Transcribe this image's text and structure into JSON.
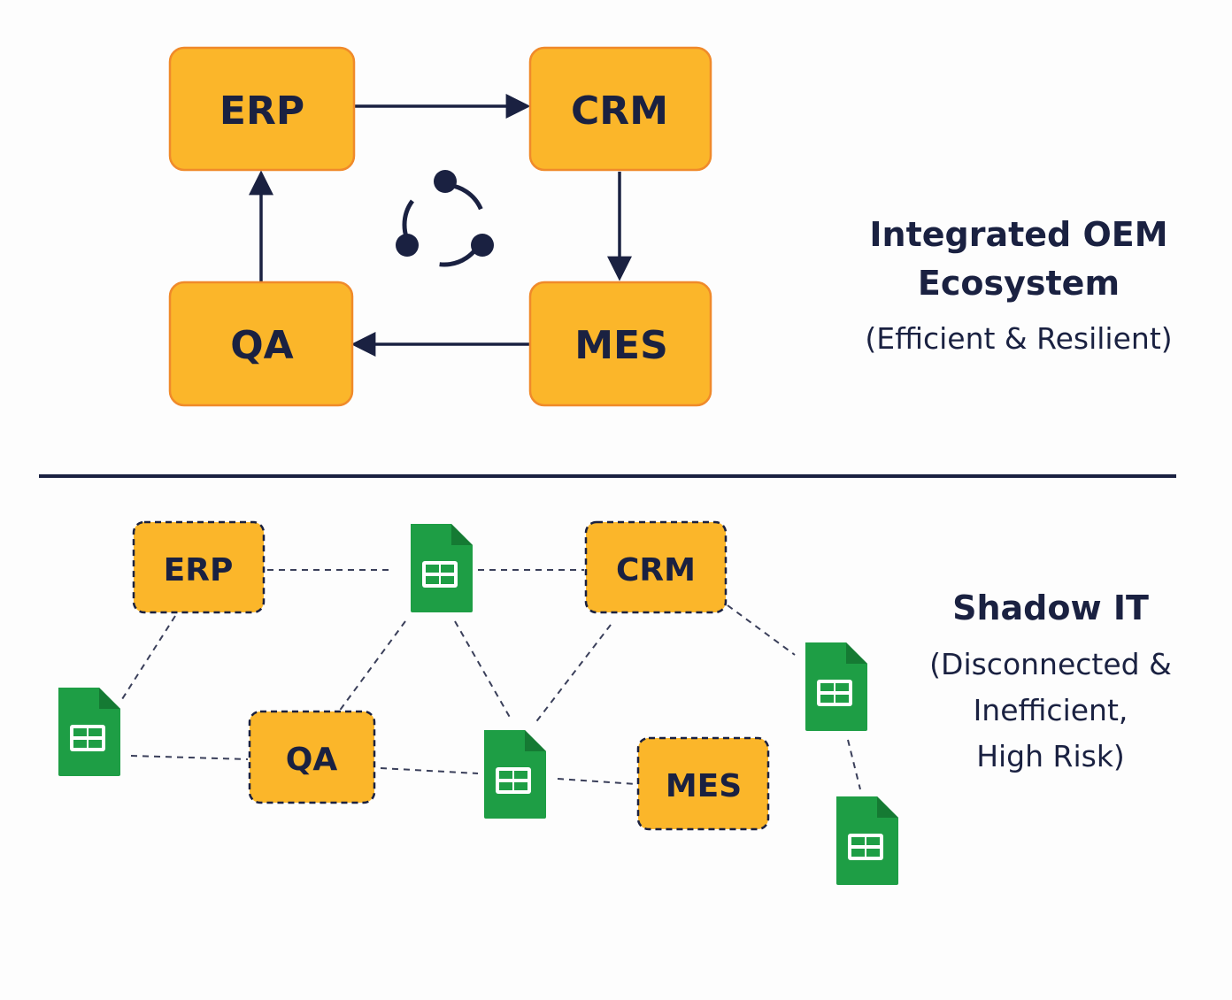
{
  "colors": {
    "box_fill": "#fbb62a",
    "box_stroke_solid": "#f08a2a",
    "box_stroke_dashed": "#1a2141",
    "line": "#1a2141",
    "sheet_green": "#1e9e45",
    "sheet_fold": "#157a33",
    "text": "#1a2141"
  },
  "integrated": {
    "title_line1": "Integrated OEM",
    "title_line2": "Ecosystem",
    "subtitle": "(Efficient & Resilient)",
    "boxes": {
      "erp": "ERP",
      "crm": "CRM",
      "qa": "QA",
      "mes": "MES"
    },
    "cycle_icon": "share-cycle-icon"
  },
  "shadow": {
    "title": "Shadow IT",
    "subtitle_line1": "(Disconnected &",
    "subtitle_line2": "Inefficient,",
    "subtitle_line3": "High Risk)",
    "boxes": {
      "erp": "ERP",
      "crm": "CRM",
      "qa": "QA",
      "mes": "MES"
    },
    "sheet_icon": "spreadsheet-icon"
  }
}
